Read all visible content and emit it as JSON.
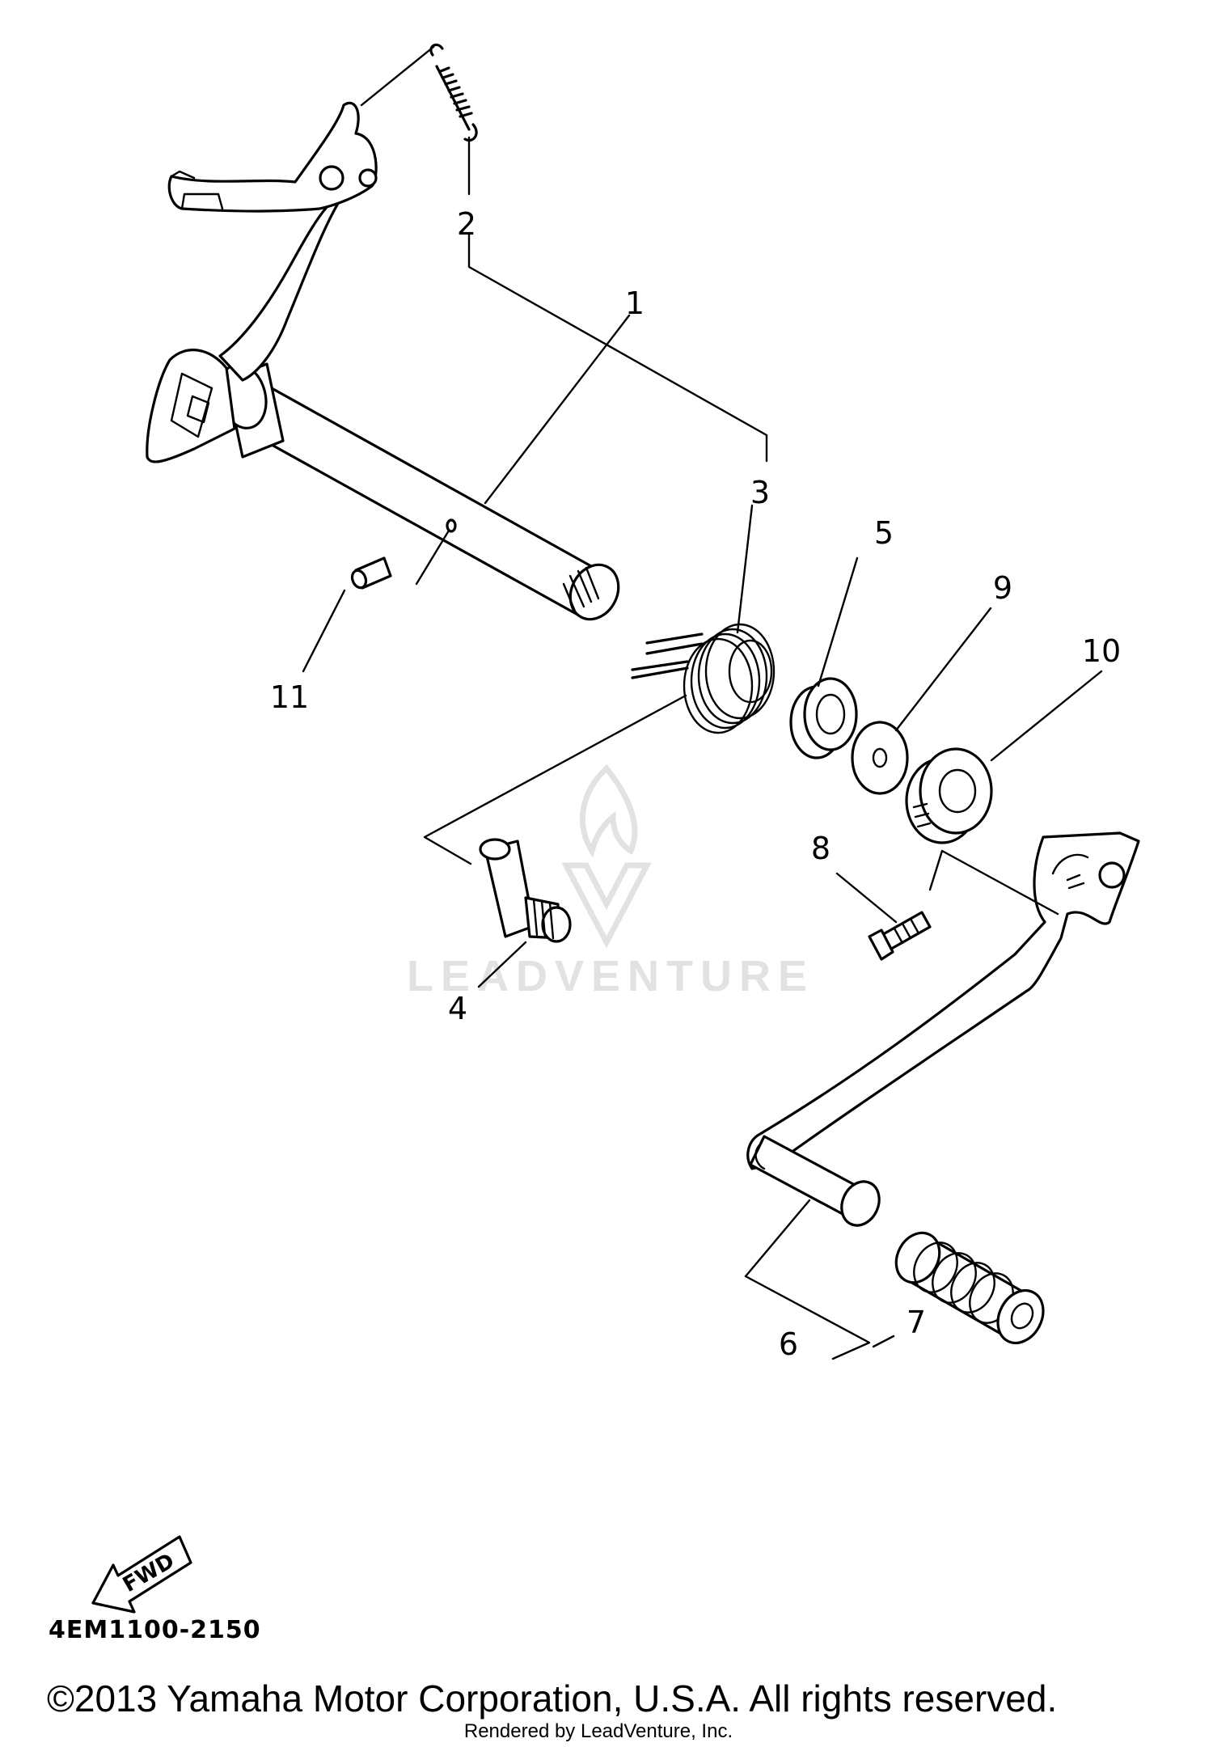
{
  "callouts": {
    "c1": "1",
    "c2": "2",
    "c3": "3",
    "c4": "4",
    "c5": "5",
    "c6": "6",
    "c7": "7",
    "c8": "8",
    "c9": "9",
    "c10": "10",
    "c11": "11"
  },
  "fwd_badge": "FWD",
  "diagram_code": "4EM1100-2150",
  "watermark": "LEADVENTURE",
  "copyright": "©2013 Yamaha Motor Corporation, U.S.A. All rights reserved.",
  "rendered_by": "Rendered by LeadVenture, Inc.",
  "colors": {
    "line": "#000000",
    "watermark": "#e2e2e2",
    "background": "#ffffff"
  }
}
